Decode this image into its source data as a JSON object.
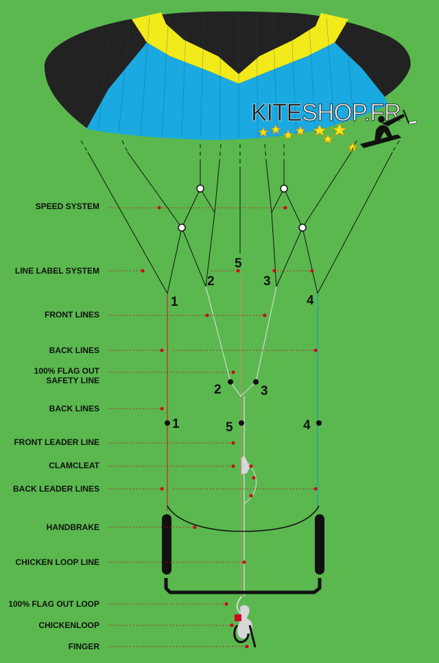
{
  "logo": {
    "part1": "KITE",
    "part2": "SHOP",
    "part3": ".FR"
  },
  "labels": {
    "speed_system": "SPEED SYSTEM",
    "line_label_system": "LINE LABEL SYSTEM",
    "front_lines": "FRONT LINES",
    "back_lines_top": "BACK LINES",
    "flag_out_safety_1": "100% FLAG OUT",
    "flag_out_safety_2": "SAFETY LINE",
    "back_lines_bottom": "BACK LINES",
    "front_leader_line": "FRONT LEADER LINE",
    "clamcleat": "CLAMCLEAT",
    "back_leader_lines": "BACK LEADER LINES",
    "handbrake": "HANDBRAKE",
    "chicken_loop_line": "CHICKEN LOOP LINE",
    "flag_out_loop": "100% FLAG OUT LOOP",
    "chickenloop": "CHICKENLOOP",
    "finger": "FINGER"
  },
  "line_numbers": {
    "upper": {
      "n1": "1",
      "n2": "2",
      "n3": "3",
      "n4": "4",
      "n5": "5"
    },
    "middle": {
      "n2": "2",
      "n3": "3"
    },
    "lower": {
      "n1": "1",
      "n5": "5",
      "n4": "4"
    }
  },
  "colors": {
    "background": "#5ab84f",
    "canopy_black": "#222222",
    "canopy_blue": "#1aa9e0",
    "canopy_yellow": "#f2ea1b",
    "line_red": "#c0392b",
    "line_teal": "#1fa89a",
    "line_grey": "#cfcfcf",
    "leader_dots": "#d0021b",
    "logo_kite": "#111111",
    "logo_shop": "#e8e8e8"
  }
}
